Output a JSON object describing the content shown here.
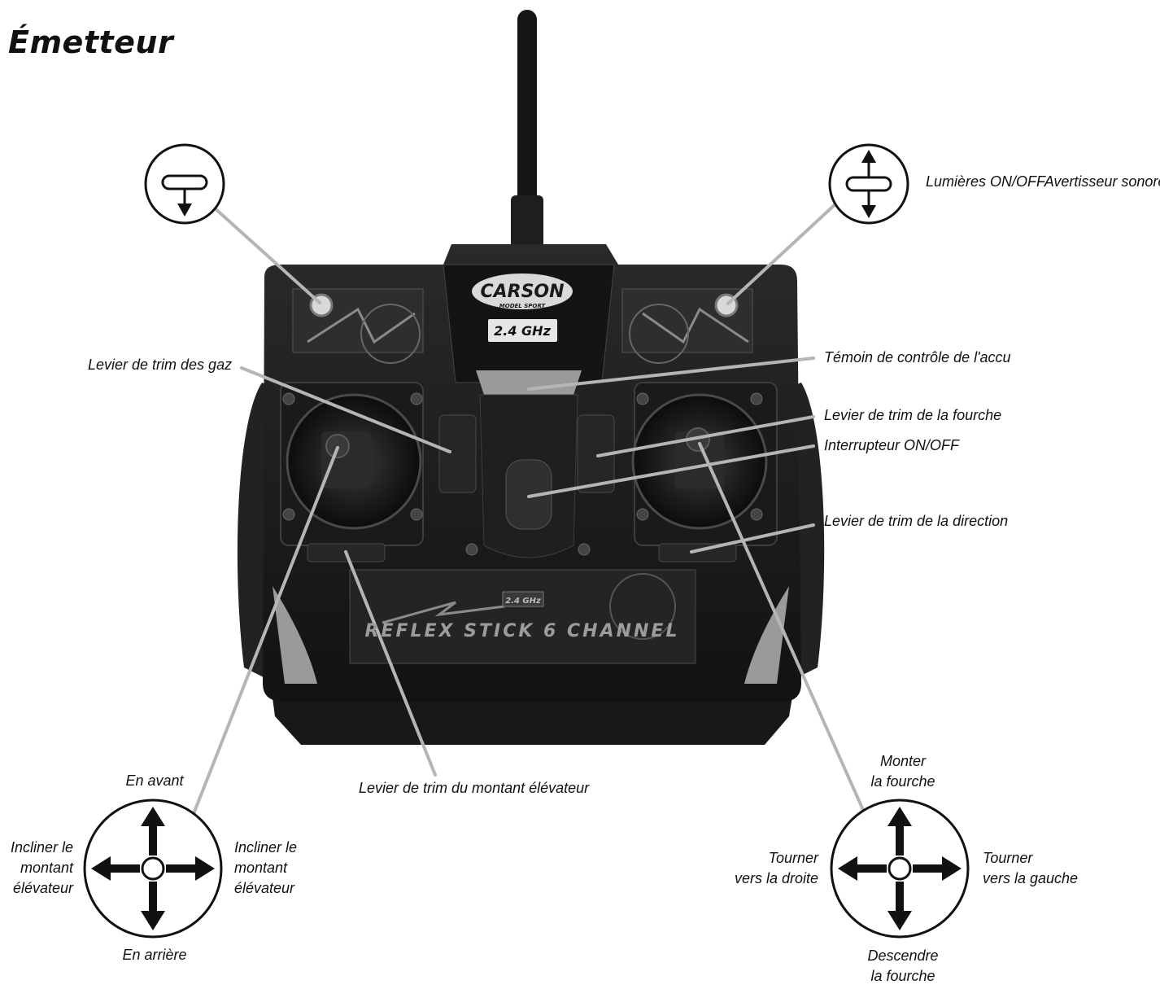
{
  "title": "Émetteur",
  "brand": {
    "logo": "CARSON",
    "logo_sub": "MODEL SPORT",
    "band": "2.4 GHz",
    "panel_band": "2.4 GHz",
    "model": "REFLEX STICK 6 CHANNEL"
  },
  "labels": {
    "lights_horn": "Lumières ON/OFFAvertisseur sonore",
    "throttle_trim": "Levier de trim des gaz",
    "battery_indicator": "Témoin de contrôle de l'accu",
    "fork_trim": "Levier de trim de la fourche",
    "power_switch": "Interrupteur ON/OFF",
    "steering_trim": "Levier de trim de la direction",
    "mast_trim": "Levier de trim du  montant élévateur"
  },
  "left_stick": {
    "up": "En avant",
    "down": "En arrière",
    "left": [
      "Incliner le",
      "montant",
      "élévateur"
    ],
    "right": [
      "Incliner le",
      "montant",
      "élévateur"
    ]
  },
  "right_stick": {
    "up": [
      "Monter",
      "la fourche"
    ],
    "down": [
      "Descendre",
      "la fourche"
    ],
    "left": [
      "Tourner",
      "vers la droite"
    ],
    "right": [
      "Tourner",
      "vers la gauche"
    ]
  },
  "icons": {
    "left_switch": "switch-down-icon",
    "right_switch": "switch-up-down-icon",
    "left_joystick": "four-way-arrows-icon",
    "right_joystick": "four-way-arrows-icon"
  },
  "colors": {
    "body": "#1c1c1c",
    "line": "#b5b5b5",
    "text": "#111111"
  }
}
